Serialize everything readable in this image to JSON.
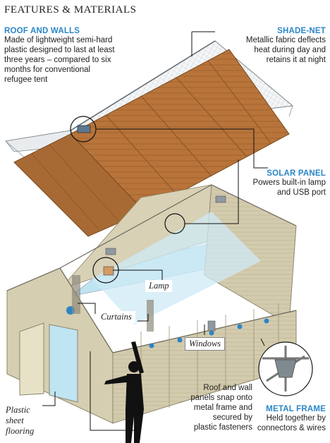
{
  "title": "FEATURES & MATERIALS",
  "roof_walls": {
    "heading": "ROOF AND WALLS",
    "lines": [
      "Made of lightweight semi-hard",
      "plastic designed to last at least",
      "three years – compared to six",
      "months for conventional",
      "refugee tent"
    ]
  },
  "shade_net": {
    "heading": "SHADE-NET",
    "lines": [
      "Metallic fabric deflects",
      "heat during day and",
      "retains it at night"
    ]
  },
  "solar_panel": {
    "heading": "SOLAR PANEL",
    "lines": [
      "Powers built-in lamp",
      "and USB port"
    ]
  },
  "lamp": "Lamp",
  "curtains": "Curtains",
  "windows": "Windows",
  "panels_snap": {
    "lines": [
      "Roof and wall",
      "panels snap onto",
      "metal frame and",
      "secured by",
      "plastic fasteners"
    ]
  },
  "metal_frame": {
    "heading": "METAL FRAME",
    "lines": [
      "Held together by",
      "connectors & wires"
    ]
  },
  "flooring": {
    "lines": [
      "Plastic",
      "sheet",
      "flooring"
    ]
  },
  "colors": {
    "accent": "#2a86c8",
    "roof": "#b8743a",
    "wall": "#cdc4a4",
    "floor": "#bfe4f2"
  }
}
